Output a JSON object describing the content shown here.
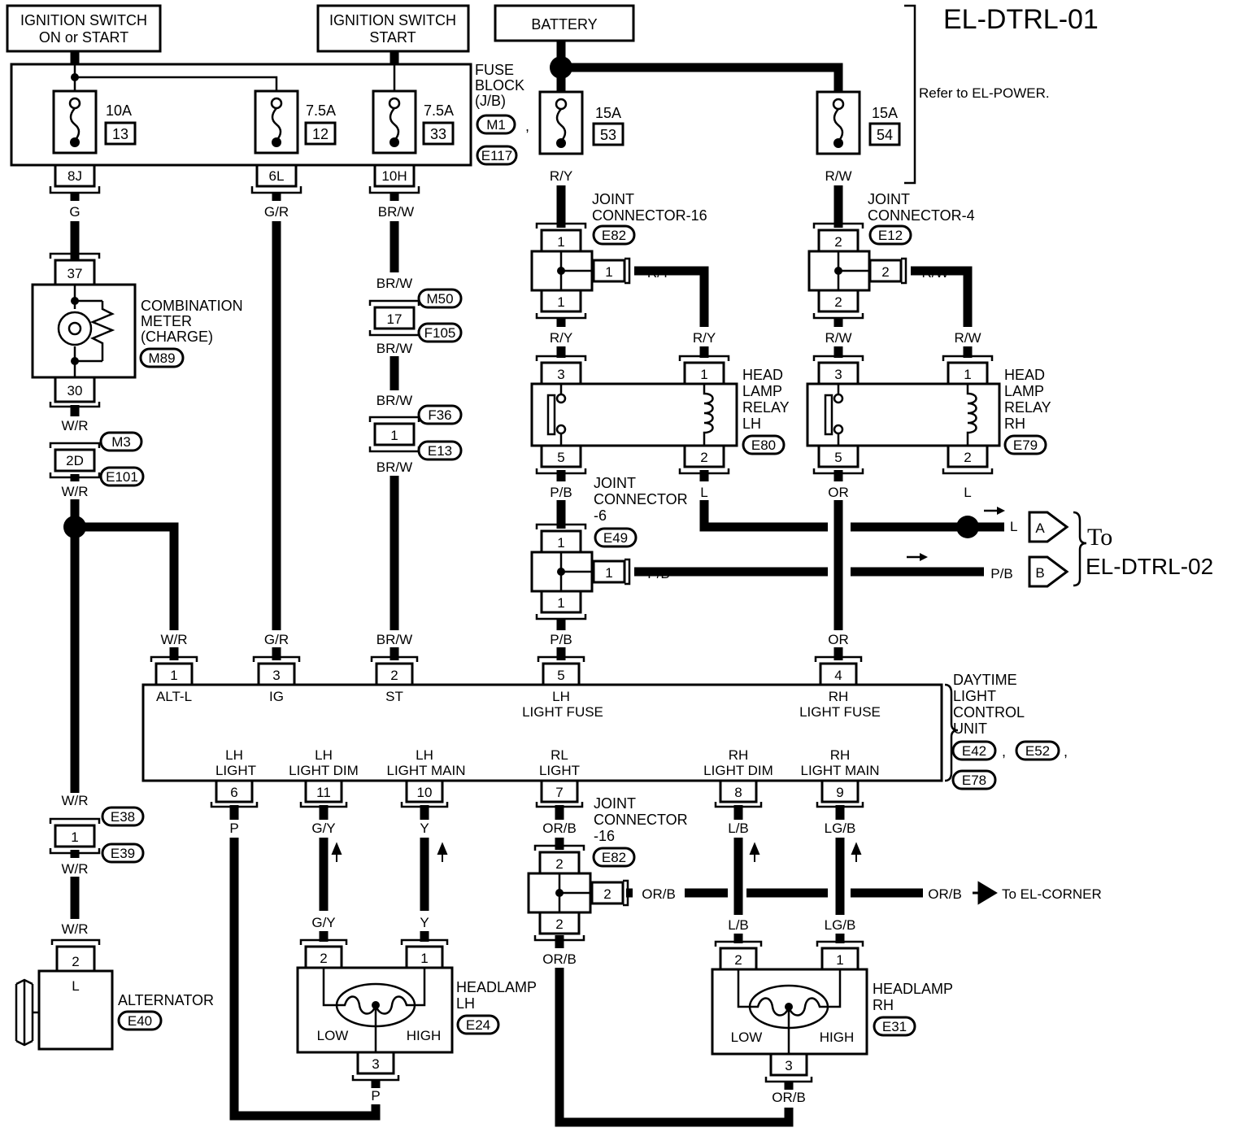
{
  "page_id": "EL-DTRL-01",
  "headers": {
    "ign_on": [
      "IGNITION SWITCH",
      "ON or START"
    ],
    "ign_start": [
      "IGNITION SWITCH",
      "START"
    ],
    "battery": "BATTERY",
    "refer": "Refer to EL-POWER."
  },
  "fuse_block": {
    "title": [
      "FUSE",
      "BLOCK",
      "(J/B)"
    ],
    "connectors": [
      "M1",
      "E117"
    ],
    "fuses": [
      {
        "amp": "10A",
        "num": "13",
        "out_pin": "8J"
      },
      {
        "amp": "7.5A",
        "num": "12",
        "out_pin": "6L"
      },
      {
        "amp": "7.5A",
        "num": "33",
        "out_pin": "10H"
      }
    ]
  },
  "battery_fuses": [
    {
      "amp": "15A",
      "num": "53"
    },
    {
      "amp": "15A",
      "num": "54"
    }
  ],
  "wires": {
    "g": "G",
    "gr": "G/R",
    "brw": "BR/W",
    "wr": "W/R",
    "ry": "R/Y",
    "rw": "R/W",
    "pb": "P/B",
    "l": "L",
    "or": "OR",
    "p": "P",
    "gy": "G/Y",
    "y": "Y",
    "orb": "OR/B",
    "lb": "L/B",
    "lgb": "LG/B"
  },
  "combination_meter": {
    "name": [
      "COMBINATION",
      "METER",
      "(CHARGE)"
    ],
    "connector": "M89",
    "pin_top": "37",
    "pin_bottom": "30"
  },
  "in_line_connectors": {
    "m50_f105": {
      "pin": "17",
      "ids": [
        "M50",
        "F105"
      ]
    },
    "f36_e13": {
      "pin": "1",
      "ids": [
        "F36",
        "E13"
      ]
    },
    "m3_e101": {
      "pin": "2D",
      "ids": [
        "M3",
        "E101"
      ]
    },
    "e38_e39": {
      "pin": "1",
      "ids": [
        "E38",
        "E39"
      ]
    }
  },
  "joint_connectors": {
    "jc16_top": {
      "name": [
        "JOINT",
        "CONNECTOR-16"
      ],
      "id": "E82",
      "pin_in": "1",
      "pin_side": "1",
      "pin_out": "1"
    },
    "jc4": {
      "name": [
        "JOINT",
        "CONNECTOR-4"
      ],
      "id": "E12",
      "pin_in": "2",
      "pin_side": "2",
      "pin_out": "2"
    },
    "jc6": {
      "name": [
        "JOINT",
        "CONNECTOR",
        "-6"
      ],
      "id": "E49",
      "pin_in": "1",
      "pin_side": "1",
      "pin_out": "1"
    },
    "jc16_bottom": {
      "name": [
        "JOINT",
        "CONNECTOR",
        "-16"
      ],
      "id": "E82",
      "pin_in": "2",
      "pin_side": "2",
      "pin_out": "2"
    }
  },
  "relays": {
    "lh": {
      "name": [
        "HEAD",
        "LAMP",
        "RELAY",
        "LH"
      ],
      "id": "E80",
      "pins": [
        "3",
        "1",
        "5",
        "2"
      ]
    },
    "rh": {
      "name": [
        "HEAD",
        "LAMP",
        "RELAY",
        "RH"
      ],
      "id": "E79",
      "pins": [
        "3",
        "1",
        "5",
        "2"
      ]
    }
  },
  "dtrl_unit": {
    "name": [
      "DAYTIME",
      "LIGHT",
      "CONTROL",
      "UNIT"
    ],
    "connectors": [
      "E42",
      "E52",
      "E78"
    ],
    "top_pins": [
      {
        "num": "1",
        "label": [
          "ALT-L"
        ]
      },
      {
        "num": "3",
        "label": [
          "IG"
        ]
      },
      {
        "num": "2",
        "label": [
          "ST"
        ]
      },
      {
        "num": "5",
        "label": [
          "LH",
          "LIGHT FUSE"
        ]
      },
      {
        "num": "4",
        "label": [
          "RH",
          "LIGHT FUSE"
        ]
      }
    ],
    "bottom_pins": [
      {
        "num": "6",
        "label": [
          "LH",
          "LIGHT"
        ]
      },
      {
        "num": "11",
        "label": [
          "LH",
          "LIGHT DIM"
        ]
      },
      {
        "num": "10",
        "label": [
          "LH",
          "LIGHT MAIN"
        ]
      },
      {
        "num": "7",
        "label": [
          "RL",
          "LIGHT"
        ]
      },
      {
        "num": "8",
        "label": [
          "RH",
          "LIGHT DIM"
        ]
      },
      {
        "num": "9",
        "label": [
          "RH",
          "LIGHT MAIN"
        ]
      }
    ]
  },
  "offpage": {
    "a": "A",
    "b": "B",
    "to": "To",
    "target": "EL-DTRL-02",
    "corner": "To EL-CORNER"
  },
  "alternator": {
    "name": "ALTERNATOR",
    "id": "E40",
    "pin": "2",
    "term": "L"
  },
  "headlamps": {
    "lh": {
      "name": [
        "HEADLAMP",
        "LH"
      ],
      "id": "E24",
      "pins": [
        "2",
        "1",
        "3"
      ],
      "low": "LOW",
      "high": "HIGH"
    },
    "rh": {
      "name": [
        "HEADLAMP",
        "RH"
      ],
      "id": "E31",
      "pins": [
        "2",
        "1",
        "3"
      ],
      "low": "LOW",
      "high": "HIGH"
    }
  }
}
